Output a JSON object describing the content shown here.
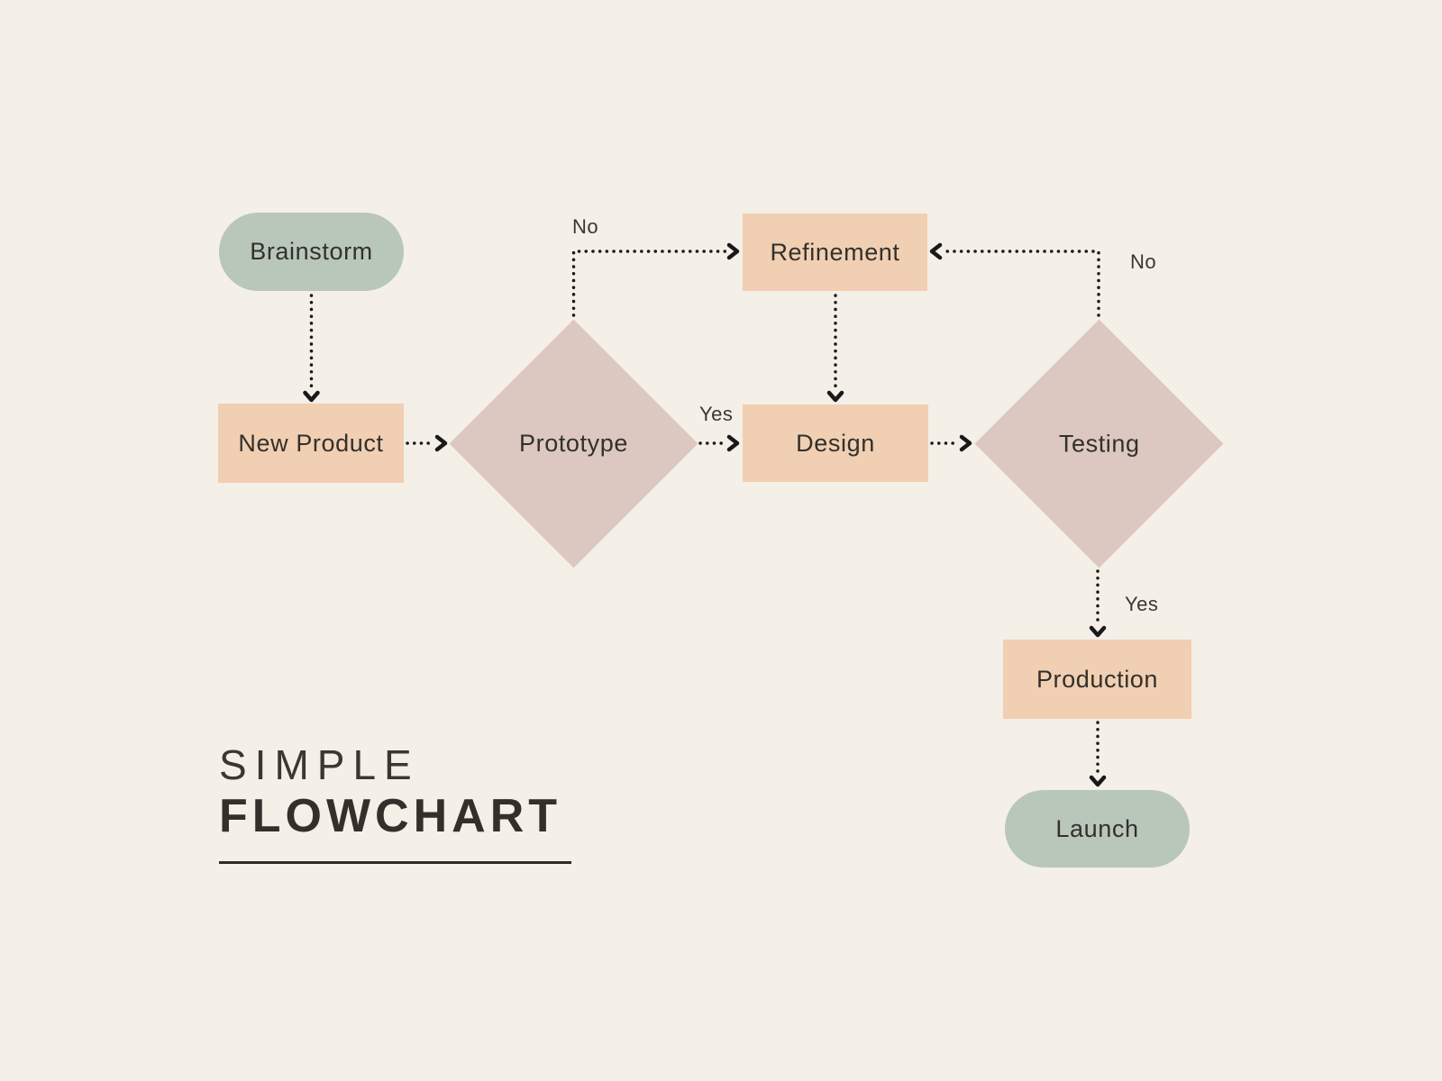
{
  "title": {
    "line1": "SIMPLE",
    "line2": "FLOWCHART"
  },
  "nodes": {
    "brainstorm": {
      "label": "Brainstorm",
      "type": "terminal"
    },
    "new_product": {
      "label": "New Product",
      "type": "process"
    },
    "prototype": {
      "label": "Prototype",
      "type": "decision"
    },
    "refinement": {
      "label": "Refinement",
      "type": "process"
    },
    "design": {
      "label": "Design",
      "type": "process"
    },
    "testing": {
      "label": "Testing",
      "type": "decision"
    },
    "production": {
      "label": "Production",
      "type": "process"
    },
    "launch": {
      "label": "Launch",
      "type": "terminal"
    }
  },
  "edges": [
    {
      "from": "Brainstorm",
      "to": "New Product",
      "label": ""
    },
    {
      "from": "New Product",
      "to": "Prototype",
      "label": ""
    },
    {
      "from": "Prototype",
      "to": "Refinement",
      "label": "No"
    },
    {
      "from": "Prototype",
      "to": "Design",
      "label": "Yes"
    },
    {
      "from": "Refinement",
      "to": "Design",
      "label": ""
    },
    {
      "from": "Design",
      "to": "Testing",
      "label": ""
    },
    {
      "from": "Testing",
      "to": "Refinement",
      "label": "No"
    },
    {
      "from": "Testing",
      "to": "Production",
      "label": "Yes"
    },
    {
      "from": "Production",
      "to": "Launch",
      "label": ""
    }
  ],
  "colors": {
    "background": "#f4efe7",
    "terminal": "#b9c7ba",
    "process": "#f1cfb2",
    "decision": "#dcc8c0",
    "node_text": "#33302c",
    "title_text": "#33302c",
    "connector": "#191919"
  }
}
